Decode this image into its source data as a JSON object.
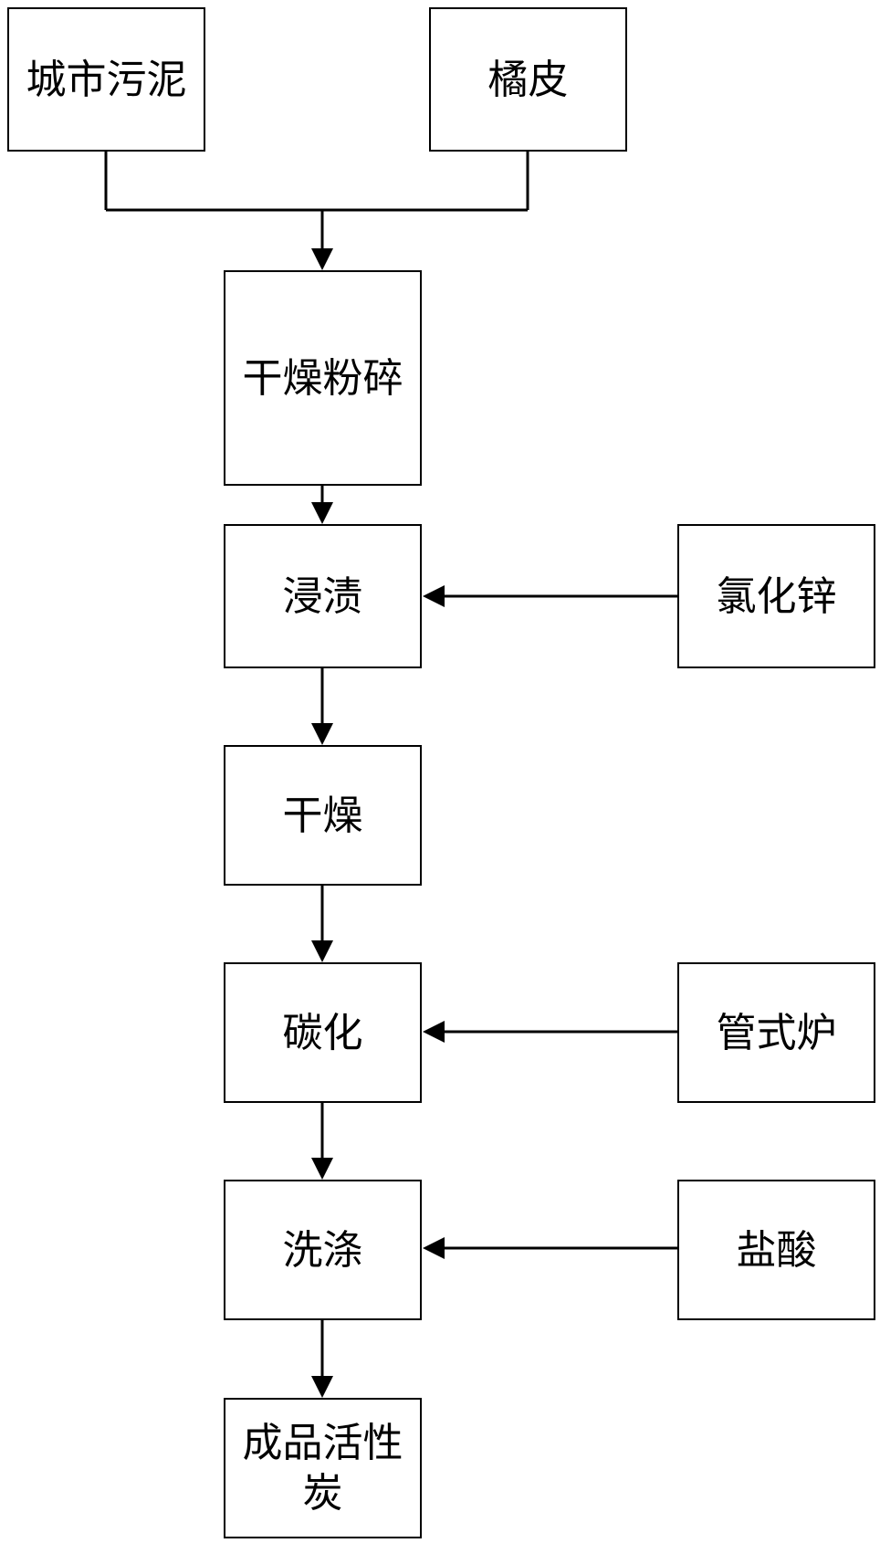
{
  "nodes": {
    "sludge": "城市污泥",
    "peel": "橘皮",
    "dry_crush": "干燥粉碎",
    "impregnate": "浸渍",
    "zinc_chloride": "氯化锌",
    "dry": "干燥",
    "carbonize": "碳化",
    "tube_furnace": "管式炉",
    "wash": "洗涤",
    "hydrochloric_acid": "盐酸",
    "product": "成品活性炭"
  },
  "colors": {
    "line": "#000000",
    "box_border": "#000000",
    "background": "#ffffff"
  }
}
